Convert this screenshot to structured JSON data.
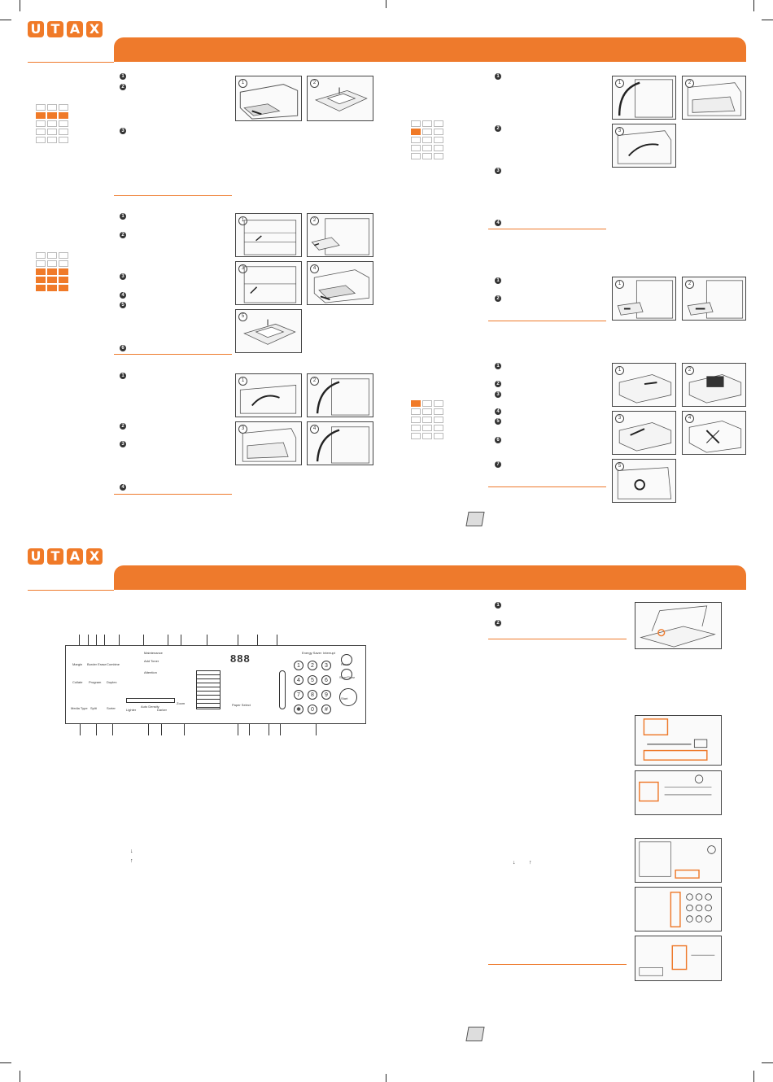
{
  "brand": {
    "letters": [
      "U",
      "T",
      "A",
      "X"
    ],
    "color": "#ee7a2c"
  },
  "steps": {
    "n1": "1",
    "n2": "2",
    "n3": "3",
    "n4": "4",
    "n5": "5",
    "n6": "6",
    "n7": "7"
  },
  "illustrations": {
    "l1": "1",
    "l2": "2",
    "l3": "3",
    "l4": "4",
    "l5": "5"
  },
  "panel": {
    "labels": {
      "margin": "Margin",
      "border_erase": "Border Erase",
      "combine": "Combine",
      "program": "Program",
      "collate": "Collate",
      "maintenance": "Maintenance",
      "add_toner": "Add Toner",
      "attention": "Attention",
      "duplex": "Duplex",
      "media_type": "Media Type",
      "split": "Split",
      "sorter": "Sorter",
      "lighter": "Lighter",
      "auto_density": "Auto Density",
      "darker": "Darker",
      "zoom": "Zoom",
      "paper_select": "Paper Select",
      "reset": "Reset",
      "stop_clear": "Stop/Clear",
      "start": "Start",
      "energy_saver": "Energy Saver",
      "interrupt": "Interrupt",
      "display": "888"
    },
    "keypad": [
      "1",
      "2",
      "3",
      "4",
      "5",
      "6",
      "7",
      "8",
      "9",
      "✱",
      "0",
      "#"
    ]
  },
  "arrows": {
    "down": "↓",
    "up": "↑"
  }
}
